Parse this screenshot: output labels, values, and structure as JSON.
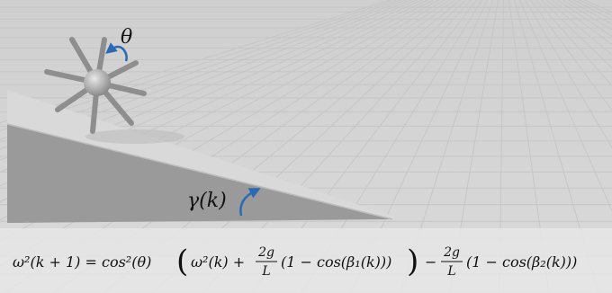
{
  "labels": {
    "theta": "θ",
    "gamma": "γ(k)"
  },
  "equation": {
    "lhs": "ω²(k + 1) = cos²(θ)",
    "paren_open": "(",
    "term1": "ω²(k) +",
    "frac1_num": "2g",
    "frac1_den": "L",
    "term2": "(1 − cos(β₁(k)))",
    "paren_close": ")",
    "minus": "−",
    "frac2_num": "2g",
    "frac2_den": "L",
    "term3": "(1 − cos(β₂(k)))"
  },
  "colors": {
    "background": "#d4d4d4",
    "grid_line": "#c4c4c4",
    "ramp_top": "#dcdcdc",
    "ramp_side": "#9c9c9c",
    "spoke": "#8e8e8e",
    "hub": "#a8a8a8",
    "arrow": "#2a6ab5",
    "equation_band": "#e4e4e4"
  },
  "icons": {
    "theta_arrow": "curved-rotation-arrow-icon",
    "gamma_arrow": "curved-slope-arrow-icon"
  }
}
